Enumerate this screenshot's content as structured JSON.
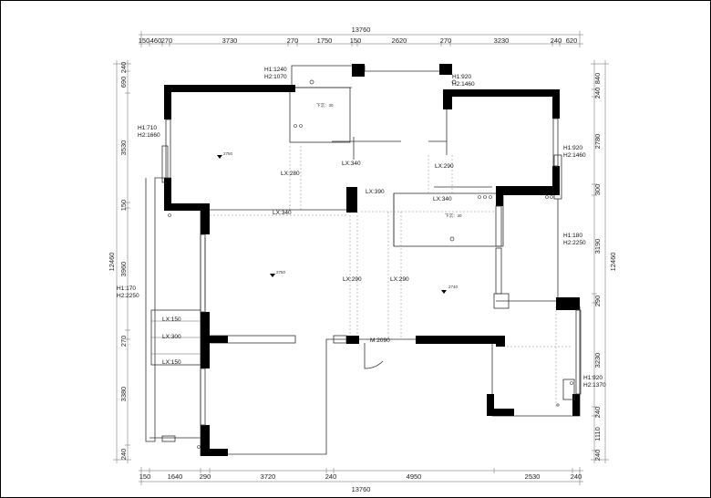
{
  "top_total": "13760",
  "bottom_total": "13760",
  "left_total": "12460",
  "right_total": "12460",
  "top_dims": [
    "150",
    "460",
    "270",
    "3730",
    "270",
    "1750",
    "150",
    "2620",
    "270",
    "3230",
    "240",
    "620"
  ],
  "bottom_dims": [
    "150",
    "1640",
    "290",
    "3720",
    "240",
    "4950",
    "2530",
    "240"
  ],
  "left_dims": [
    "240",
    "690",
    "3530",
    "150",
    "3960",
    "270",
    "3380",
    "240"
  ],
  "right_dims": [
    "840",
    "240",
    "2780",
    "300",
    "3190",
    "290",
    "3230",
    "240",
    "1110",
    "240"
  ],
  "window_notes": [
    {
      "h1": "H1:1240",
      "h2": "H2:1070"
    },
    {
      "h1": "H1:920",
      "h2": "H2:1460"
    },
    {
      "h1": "H1:710",
      "h2": "H2:1660"
    },
    {
      "h1": "H1:920",
      "h2": "H2:1460"
    },
    {
      "h1": "H1:180",
      "h2": "H2:2250"
    },
    {
      "h1": "H1:170",
      "h2": "H2:2250"
    },
    {
      "h1": "H1:920",
      "h2": "H2:1370"
    }
  ],
  "lx_labels": [
    "LX:280",
    "LX:340",
    "LX:290",
    "LX:390",
    "LX:340",
    "LX:340",
    "LX:290",
    "LX:290",
    "LX:150",
    "LX:300",
    "LX:150"
  ],
  "door_label": "M:2090",
  "heights": [
    "2750",
    "2750",
    "2740"
  ],
  "sink_labels": [
    "下沉：30",
    "下沉：30"
  ]
}
